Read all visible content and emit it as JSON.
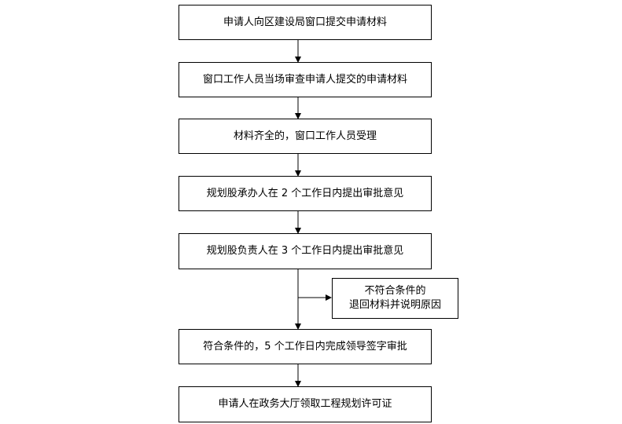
{
  "flowchart": {
    "steps": [
      "申请人向区建设局窗口提交申请材料",
      "窗口工作人员当场审查申请人提交的申请材料",
      "材料齐全的，窗口工作人员受理",
      "规划股承办人在 2 个工作日内提出审批意见",
      "规划股负责人在 3 个工作日内提出审批意见",
      "符合条件的，5 个工作日内完成领导签字审批",
      "申请人在政务大厅领取工程规划许可证"
    ],
    "branch": {
      "line1": "不符合条件的",
      "line2": "退回材料并说明原因"
    },
    "colors": {
      "line": "#000000",
      "box_border": "#000000",
      "background": "#ffffff"
    }
  }
}
